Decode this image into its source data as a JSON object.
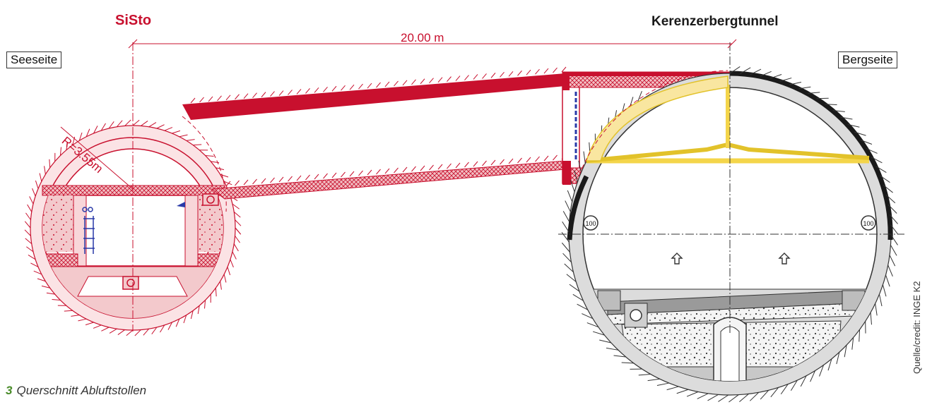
{
  "labels": {
    "sisto": "SiSto",
    "kerenzer": "Kerenzerbergtunnel",
    "seeseite": "Seeseite",
    "bergseite": "Bergseite",
    "dimension": "20.00 m",
    "radius": "R=3.55m",
    "speed_left": "100",
    "speed_right": "100",
    "credit": "Quelle/credit: INGE K2",
    "caption_number": "3",
    "caption_text": "Querschnitt Abluftstollen"
  },
  "colors": {
    "red": "#c8102e",
    "pink_fill": "#f3c9cc",
    "yellow": "#f4d54a",
    "grey_ring": "#d8d8d8",
    "dark_ring": "#222222",
    "caption_num": "#4a8c2a"
  }
}
